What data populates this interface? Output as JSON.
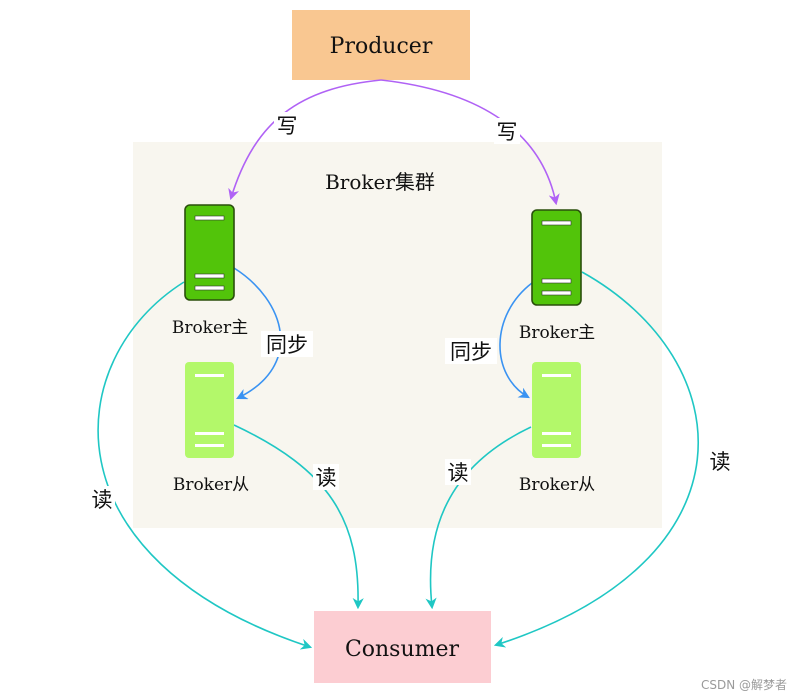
{
  "colors": {
    "producer_fill": "#f9c791",
    "consumer_fill": "#fccdd2",
    "cluster_fill": "#f8f6ef",
    "master_fill": "#52c40a",
    "slave_fill": "#b3f86a",
    "write_edge": "#b062f5",
    "sync_edge": "#3a93f2",
    "read_edge": "#1fc7c4"
  },
  "nodes": {
    "producer": "Producer",
    "consumer": "Consumer",
    "cluster": "Broker集群",
    "master_left": "Broker主",
    "master_right": "Broker主",
    "slave_left": "Broker从",
    "slave_right": "Broker从"
  },
  "icons": {
    "master": "server-icon",
    "slave": "server-icon"
  },
  "edges": {
    "write_left": "写",
    "write_right": "写",
    "sync_left": "同步",
    "sync_right": "同步",
    "read_master_left": "读",
    "read_slave_left": "读",
    "read_slave_right": "读",
    "read_master_right": "读"
  },
  "watermark": "CSDN @解梦者"
}
